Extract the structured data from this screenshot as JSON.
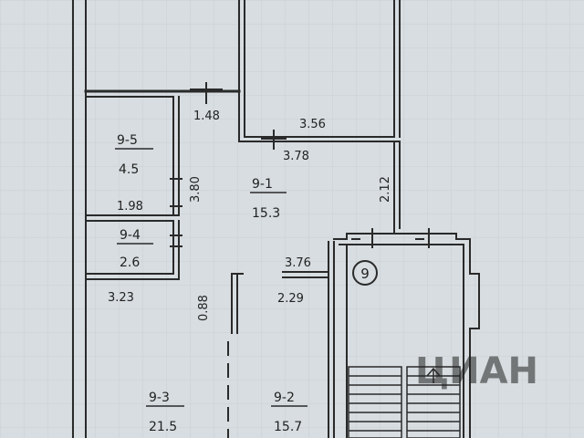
{
  "rooms": [
    {
      "id": "9-5",
      "area": "4.5"
    },
    {
      "id": "9-1",
      "area": "15.3"
    },
    {
      "id": "9-4",
      "area": "2.6"
    },
    {
      "id": "9-3",
      "area": "21.5"
    },
    {
      "id": "9-2",
      "area": "15.7"
    }
  ],
  "dimensions": {
    "d148": "1.48",
    "d356": "3.56",
    "d378": "3.78",
    "d380": "3.80",
    "d198": "1.98",
    "d212": "2.12",
    "d376": "3.76",
    "d229": "2.29",
    "d323": "3.23",
    "d088": "0.88"
  },
  "stair_marker": "9",
  "watermark": "ЦИАН",
  "colors": {
    "paper": "#d7dde0",
    "ink": "#2a2a2a"
  }
}
